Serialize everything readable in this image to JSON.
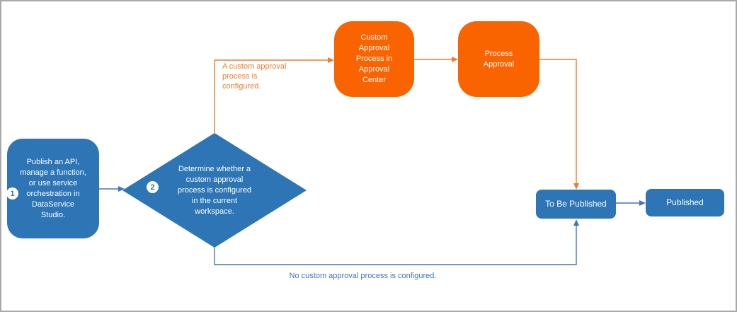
{
  "colors": {
    "shape_blue": "#2E75B6",
    "shape_orange": "#FA6400",
    "connector_blue": "#4472C4",
    "connector_orange": "#ED7D31",
    "frame_gray": "#A9A9A9",
    "node_text": "#FFFFFF"
  },
  "nodes": {
    "start": {
      "step": "1",
      "label": "Publish an API, manage a function, or use service orchestration in DataService Studio."
    },
    "decision": {
      "step": "2",
      "label": "Determine whether a custom approval process is configured in the current workspace."
    },
    "custom_approval_process": {
      "label": "Custom Approval Process in Approval Center"
    },
    "process_approval": {
      "label": "Process Approval"
    },
    "to_be_published": {
      "label": "To Be Published"
    },
    "published": {
      "label": "Published"
    }
  },
  "edge_labels": {
    "custom_configured": "A custom approval process is configured.",
    "no_custom_configured": "No custom approval process is configured."
  }
}
